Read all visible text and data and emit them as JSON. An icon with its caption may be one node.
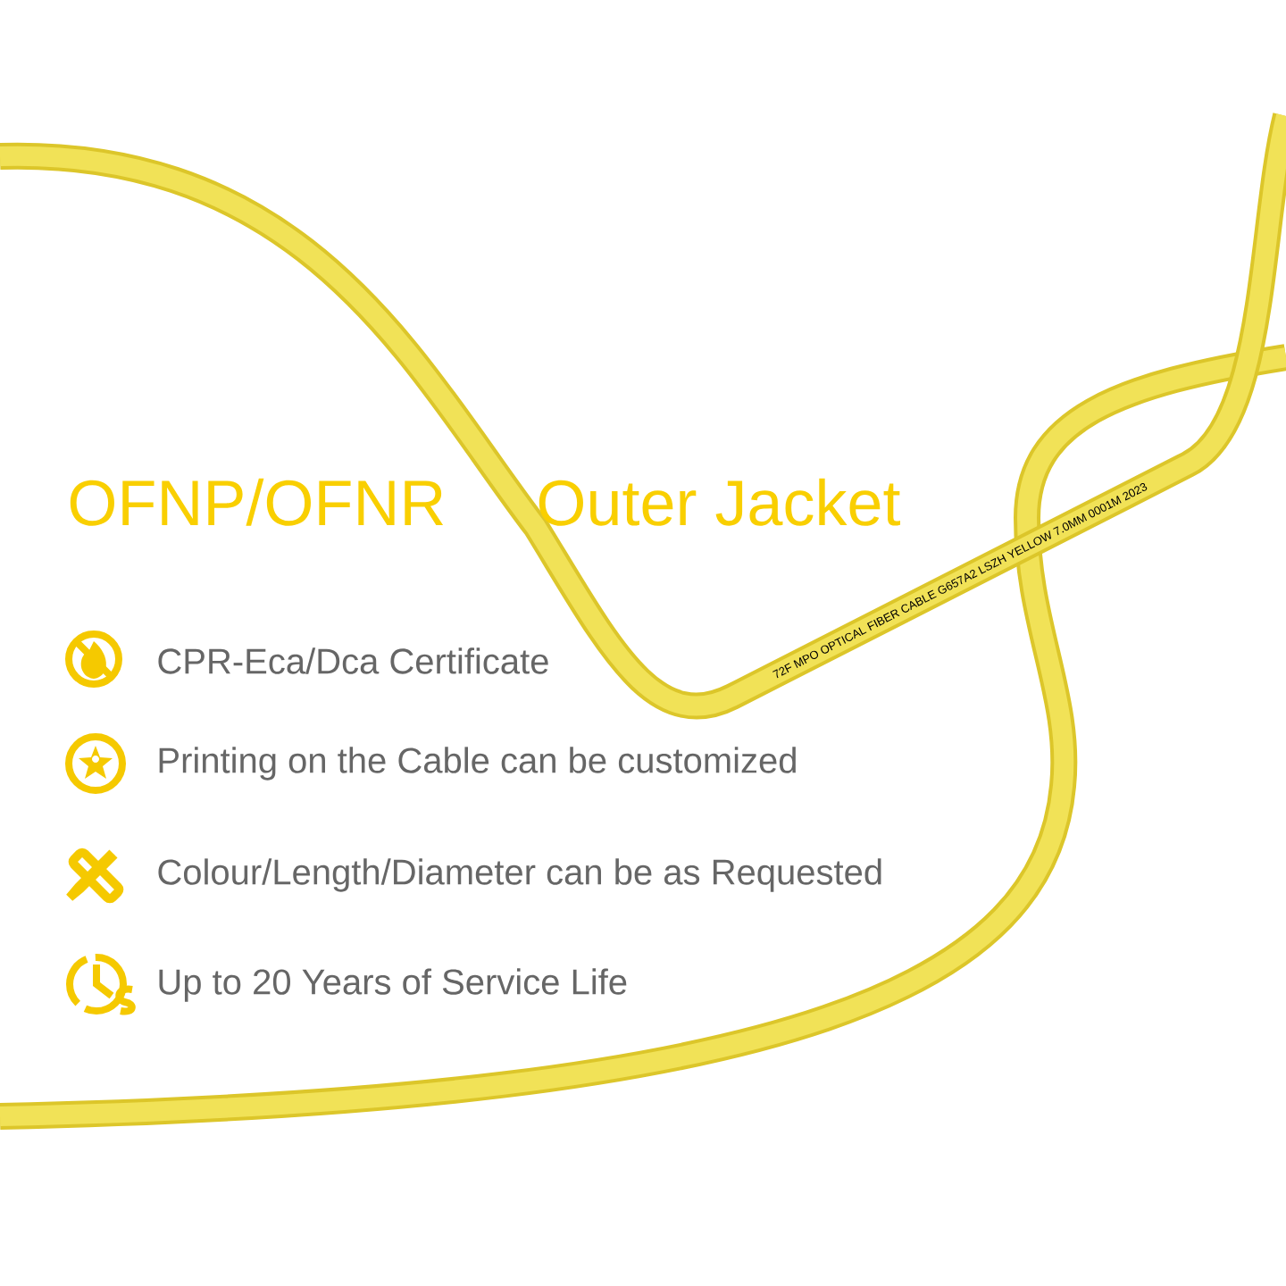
{
  "diagram": {
    "labels": [
      "OFNP/OFNR",
      "Outer Jacket",
      "72F MPO OPTICAL FIBER CABLE G657A2 LSZH YELLOW 7.0MM 0001M 2023",
      "CPR-Eca/Dca Certificate",
      "Printing on the Cable can be customized",
      "Colour/Length/Diameter can be as Requested",
      "Up to 20 Years of Service Life"
    ]
  }
}
